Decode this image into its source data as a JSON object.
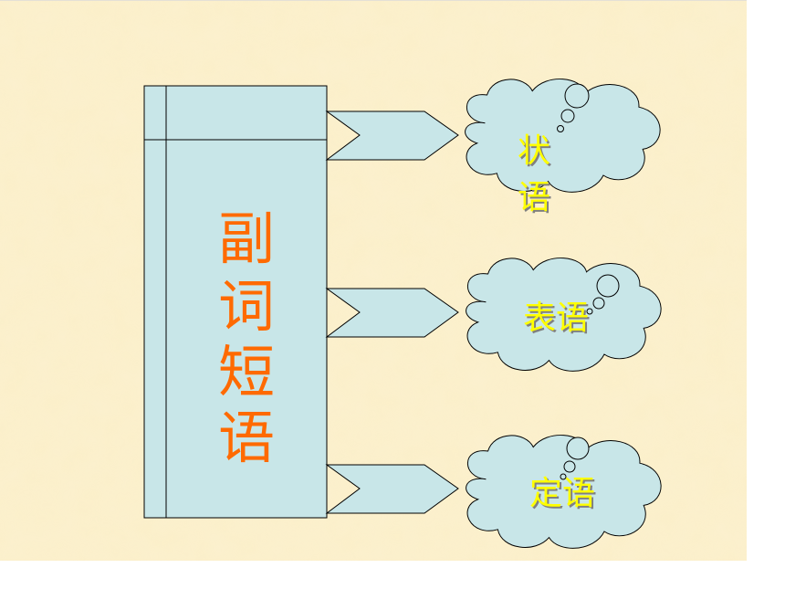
{
  "diagram": {
    "title_chars": [
      "副",
      "词",
      "短",
      "语"
    ],
    "branches": [
      {
        "id": "adverbial",
        "lines": [
          "状",
          "语"
        ]
      },
      {
        "id": "predicative",
        "lines": [
          "表语"
        ]
      },
      {
        "id": "attributive",
        "lines": [
          "定语"
        ]
      }
    ]
  },
  "colors": {
    "slide_bg": "#fbefc9",
    "box_fill": "#c8e6e8",
    "stroke": "#000000",
    "title_text": "#ff6a00",
    "cloud_text": "#ffff00",
    "cloud_text_shadow": "#808080"
  }
}
